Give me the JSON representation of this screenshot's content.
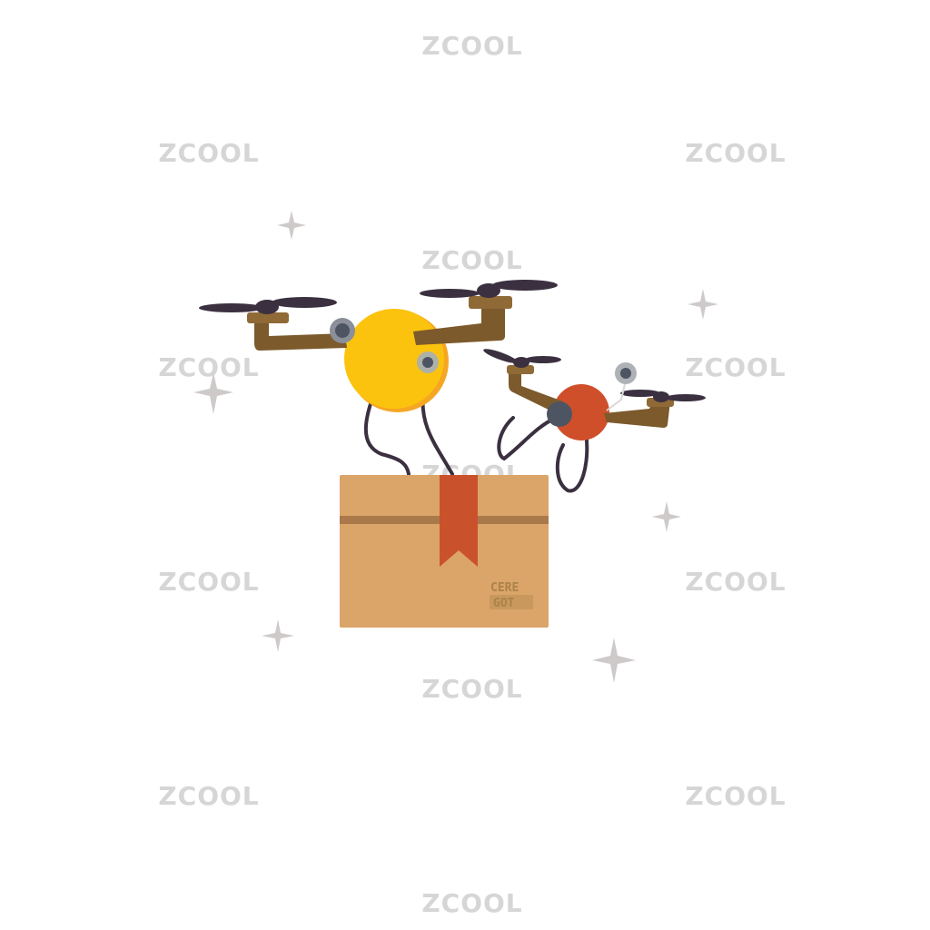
{
  "watermark": "ZCOOL",
  "box_stamp": [
    "CERE",
    "GOT"
  ],
  "colors": {
    "box": "#dba468",
    "box_band": "#a9794a",
    "ribbon": "#c9522c",
    "drone_yellow": "#fcc30e",
    "drone_red": "#cf4f2a",
    "arm": "#7c5a2c",
    "propeller": "#3b3040",
    "sparkle": "#cfcaca"
  }
}
